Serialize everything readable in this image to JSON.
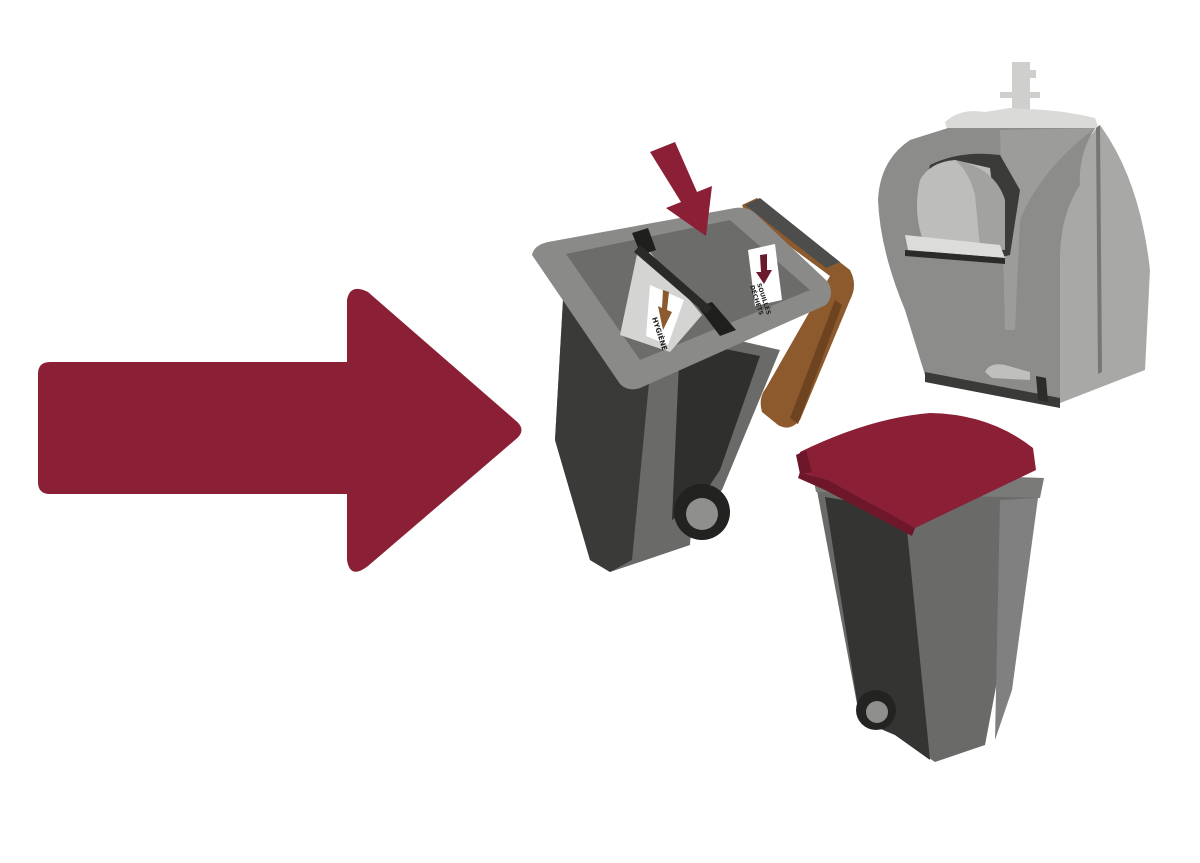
{
  "illustration": {
    "colors": {
      "accent": "#8a1f35",
      "bin_dark": "#343433",
      "bin_mid": "#6a6a69",
      "bin_light": "#9a9a99",
      "lid_brown": "#8d5a2d",
      "sticker": "#d4d4d3"
    },
    "labels": {
      "bin_sticker_left": "HYGIÈNE",
      "bin_sticker_right_1": "DÉCHETS",
      "bin_sticker_right_2": "SOUILLÉS"
    }
  }
}
